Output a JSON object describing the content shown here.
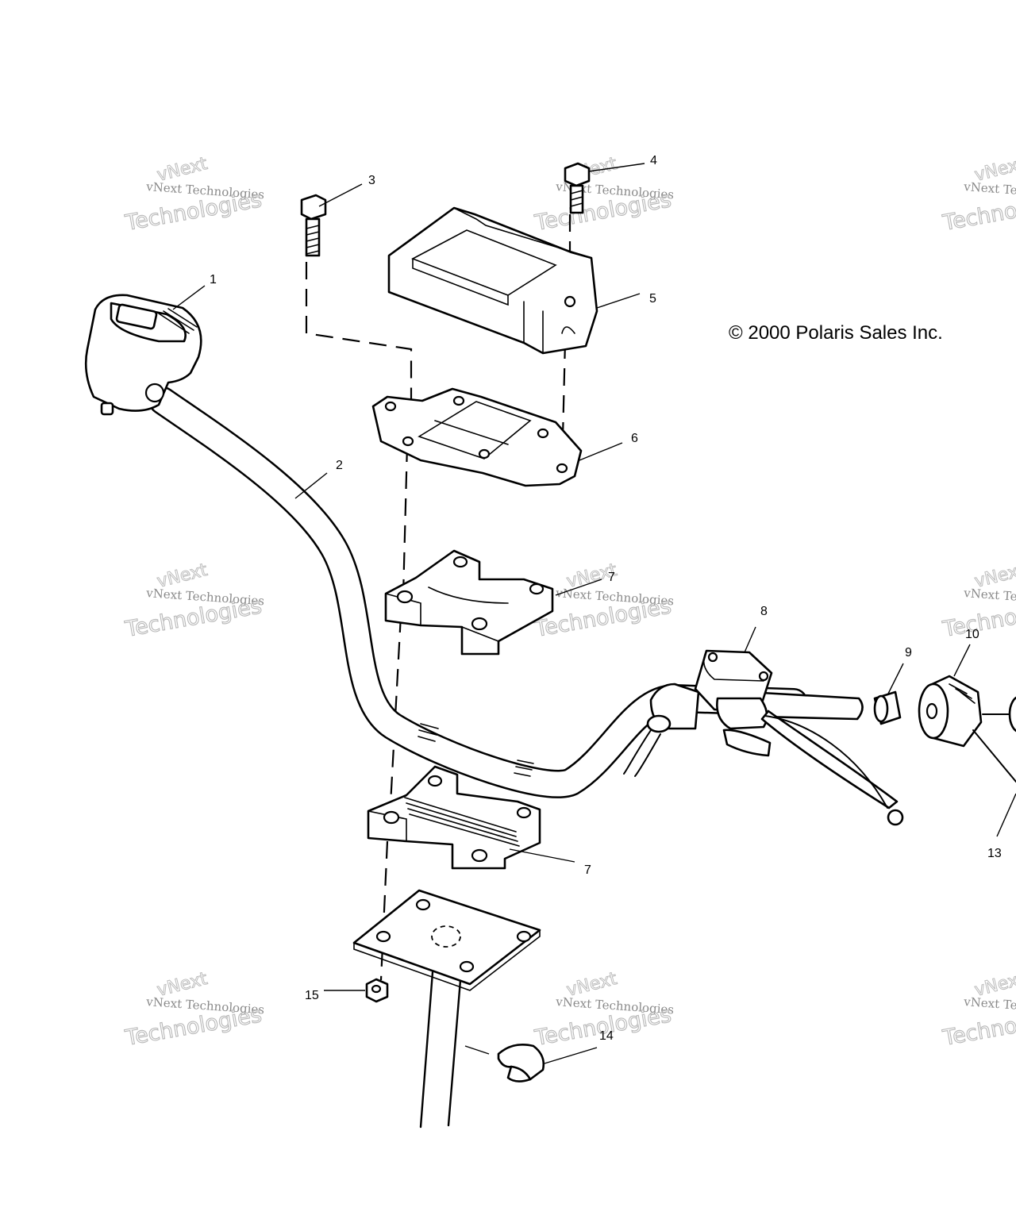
{
  "copyright": "© 2000 Polaris Sales Inc.",
  "watermark": {
    "line1": "vNext Technologies",
    "line2": "Technologies",
    "line3": "vNext"
  },
  "callouts": {
    "c1": "1",
    "c2": "2",
    "c3": "3",
    "c4": "4",
    "c5": "5",
    "c6": "6",
    "c7a": "7",
    "c7b": "7",
    "c8": "8",
    "c9": "9",
    "c10": "10",
    "c13": "13",
    "c14": "14",
    "c15": "15"
  }
}
